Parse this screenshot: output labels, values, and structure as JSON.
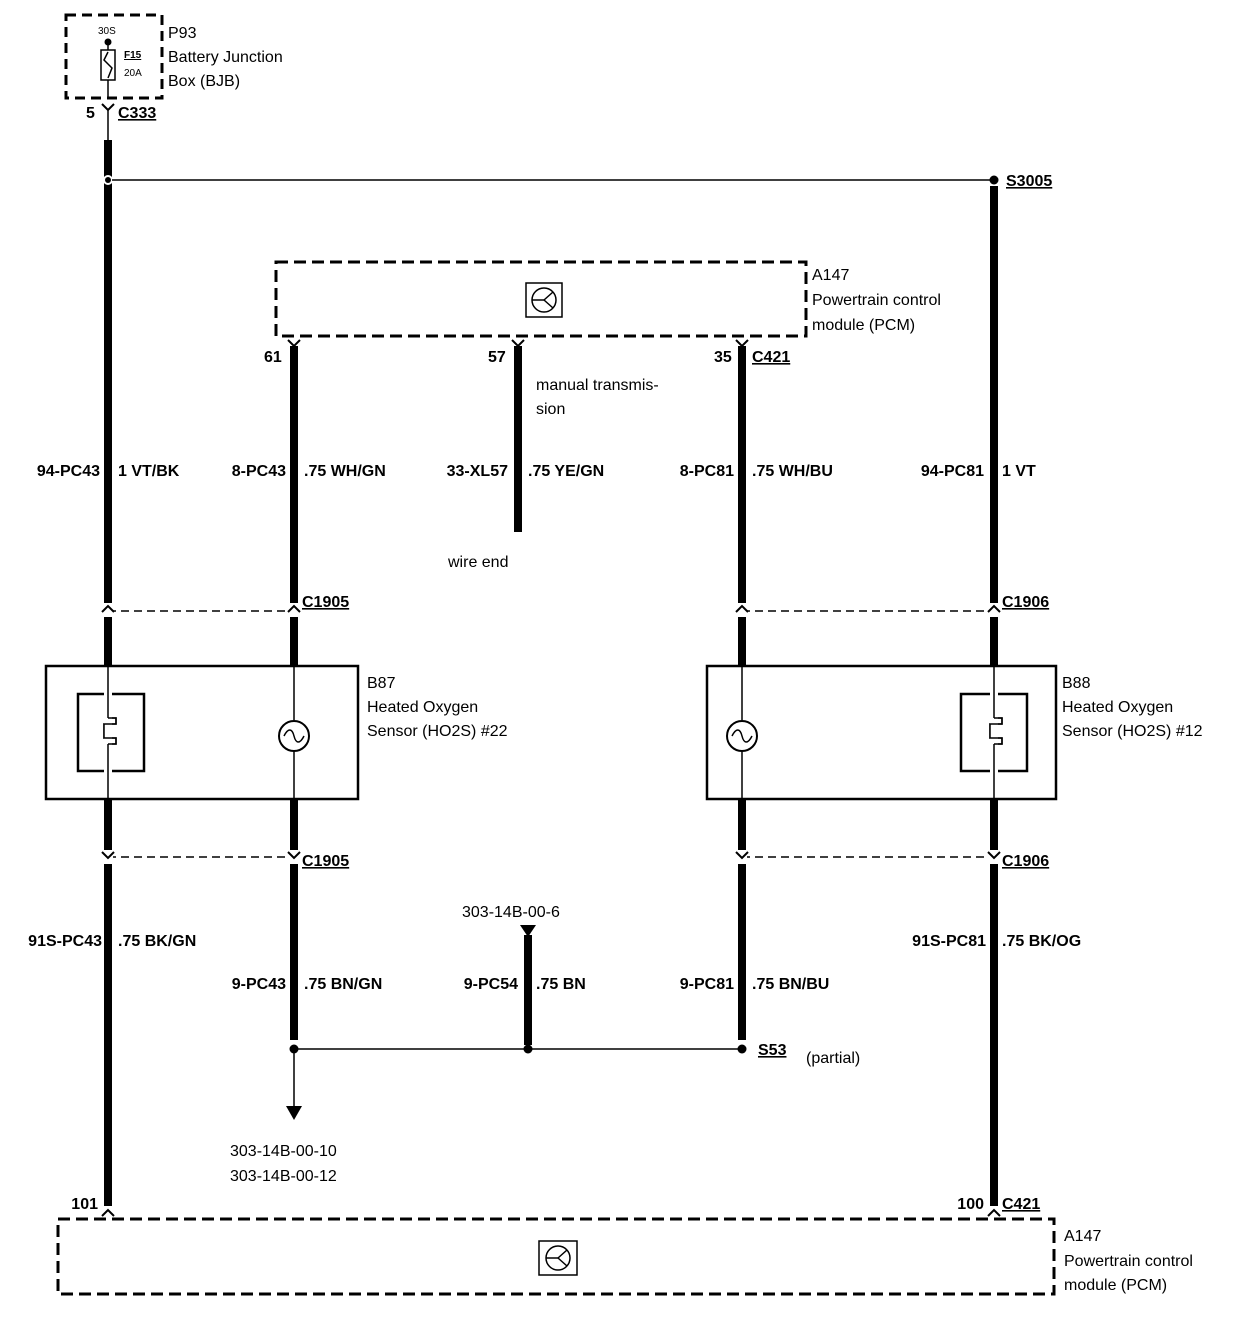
{
  "bjb": {
    "ref": "P93",
    "name_line1": "Battery Junction",
    "name_line2": "Box (BJB)",
    "pin_label": "30S",
    "fuse_id": "F15",
    "fuse_rating": "20A",
    "out_pin": "5",
    "out_connector": "C333"
  },
  "splice_top": "S3005",
  "pcm_top": {
    "ref": "A147",
    "name_line1": "Powertrain control",
    "name_line2": "module (PCM)",
    "pin_61": "61",
    "pin_57": "57",
    "pin_35": "35",
    "connector": "C421",
    "note_line1": "manual transmis-",
    "note_line2": "sion"
  },
  "wires_upper": [
    {
      "circuit": "94-PC43",
      "spec": "1 VT/BK"
    },
    {
      "circuit": "8-PC43",
      "spec": ".75 WH/GN"
    },
    {
      "circuit": "33-XL57",
      "spec": ".75 YE/GN"
    },
    {
      "circuit": "8-PC81",
      "spec": ".75 WH/BU"
    },
    {
      "circuit": "94-PC81",
      "spec": "1 VT"
    }
  ],
  "wire_end_label": "wire end",
  "connectors": {
    "left": "C1905",
    "right": "C1906"
  },
  "sensor_left": {
    "ref": "B87",
    "name_line1": "Heated Oxygen",
    "name_line2": "Sensor (HO2S) #22"
  },
  "sensor_right": {
    "ref": "B88",
    "name_line1": "Heated Oxygen",
    "name_line2": "Sensor (HO2S) #12"
  },
  "wires_lower": [
    {
      "circuit": "91S-PC43",
      "spec": ".75 BK/GN"
    },
    {
      "circuit": "9-PC43",
      "spec": ".75 BN/GN"
    },
    {
      "circuit": "9-PC54",
      "spec": ".75 BN"
    },
    {
      "circuit": "9-PC81",
      "spec": ".75 BN/BU"
    },
    {
      "circuit": "91S-PC81",
      "spec": ".75 BK/OG"
    }
  ],
  "ground_ref_top": "303-14B-00-6",
  "ground_refs_bottom": [
    "303-14B-00-10",
    "303-14B-00-12"
  ],
  "splice_bottom": "S53",
  "splice_bottom_note": "(partial)",
  "pcm_bottom": {
    "ref": "A147",
    "name_line1": "Powertrain control",
    "name_line2": "module (PCM)",
    "pin_101": "101",
    "pin_100": "100",
    "connector": "C421"
  }
}
